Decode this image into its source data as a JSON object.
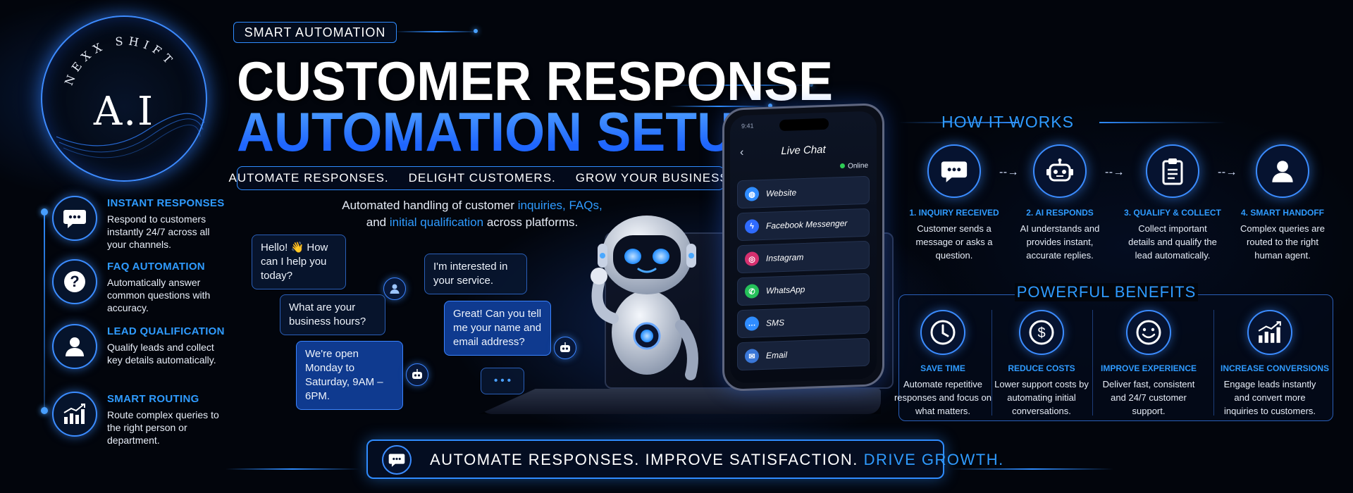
{
  "logo": {
    "arc_text": "NEXX SHIFT",
    "main_text": "A.I"
  },
  "features": [
    {
      "icon": "chat-bubble-icon",
      "title": "INSTANT RESPONSES",
      "desc": "Respond to customers instantly 24/7 across all your channels."
    },
    {
      "icon": "question-mark-icon",
      "title": "FAQ AUTOMATION",
      "desc": "Automatically answer common questions with accuracy."
    },
    {
      "icon": "person-icon",
      "title": "LEAD QUALIFICATION",
      "desc": "Qualify leads and collect key details automatically."
    },
    {
      "icon": "growth-chart-icon",
      "title": "SMART ROUTING",
      "desc": "Route complex queries to the right person or department."
    }
  ],
  "header": {
    "badge": "SMART AUTOMATION",
    "title_line1": "CUSTOMER RESPONSE",
    "title_line2": "AUTOMATION SETUP",
    "tagline": [
      "AUTOMATE RESPONSES.",
      "DELIGHT CUSTOMERS.",
      "GROW YOUR BUSINESS."
    ],
    "subtitle_pre": "Automated handling of customer ",
    "subtitle_hl1": "inquiries, FAQs,",
    "subtitle_mid": "and ",
    "subtitle_hl2": "initial qualification",
    "subtitle_post": " across platforms."
  },
  "chat": {
    "bubble1": "Hello! 👋 How can I help you today?",
    "bubble2": "I'm interested in your service.",
    "bubble3": "What are your business hours?",
    "bubble4": "Great! Can you tell me your name and email address?",
    "bubble5": "We're open Monday to Saturday, 9AM – 6PM.",
    "typing": "• • •"
  },
  "phone": {
    "time": "9:41",
    "title": "Live Chat",
    "status": "Online",
    "channels": [
      {
        "icon": "globe-icon",
        "label": "Website",
        "color": "#2f8cff"
      },
      {
        "icon": "messenger-icon",
        "label": "Facebook Messenger",
        "color": "#2f6bff"
      },
      {
        "icon": "instagram-icon",
        "label": "Instagram",
        "color": "#d6306f"
      },
      {
        "icon": "whatsapp-icon",
        "label": "WhatsApp",
        "color": "#25c15a"
      },
      {
        "icon": "sms-icon",
        "label": "SMS",
        "color": "#2f8cff"
      },
      {
        "icon": "email-icon",
        "label": "Email",
        "color": "#3a77d8"
      }
    ]
  },
  "how_it_works": {
    "title": "HOW IT WORKS",
    "steps": [
      {
        "icon": "chat-bubble-icon",
        "title": "1. INQUIRY RECEIVED",
        "desc": "Customer sends a message or asks a question."
      },
      {
        "icon": "robot-icon",
        "title": "2. AI RESPONDS",
        "desc": "AI understands and provides instant, accurate replies."
      },
      {
        "icon": "clipboard-icon",
        "title": "3. QUALIFY & COLLECT",
        "desc": "Collect important details and qualify the lead automatically."
      },
      {
        "icon": "person-icon",
        "title": "4. SMART HANDOFF",
        "desc": "Complex queries are routed to the right human agent."
      }
    ]
  },
  "benefits": {
    "title": "POWERFUL BENEFITS",
    "items": [
      {
        "icon": "clock-icon",
        "title": "SAVE TIME",
        "desc": "Automate repetitive responses and focus on what matters."
      },
      {
        "icon": "dollar-icon",
        "title": "REDUCE COSTS",
        "desc": "Lower support costs by automating initial conversations."
      },
      {
        "icon": "smiley-icon",
        "title": "IMPROVE EXPERIENCE",
        "desc": "Deliver fast, consistent and 24/7 customer support."
      },
      {
        "icon": "bar-chart-icon",
        "title": "INCREASE CONVERSIONS",
        "desc": "Engage leads instantly and convert more inquiries to customers."
      }
    ]
  },
  "banner": {
    "part1": "AUTOMATE  RESPONSES.  IMPROVE  SATISFACTION.",
    "part2": "DRIVE  GROWTH."
  },
  "colors": {
    "accent": "#2f9bff",
    "background": "#02050c"
  }
}
